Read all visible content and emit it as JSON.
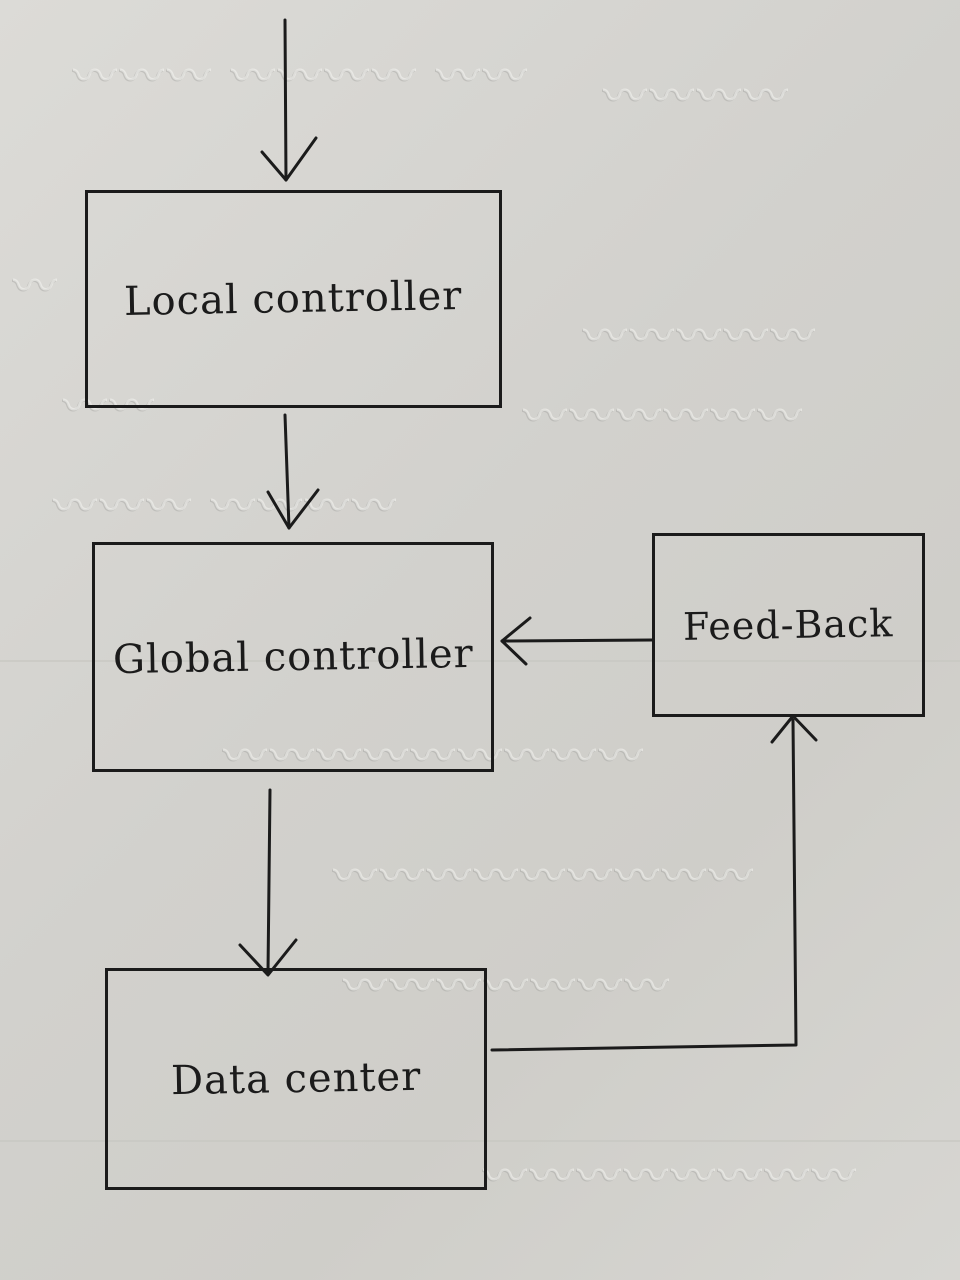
{
  "diagram": {
    "boxes": {
      "local_controller": "Local controller",
      "global_controller": "Global controller",
      "feedback": "Feed-Back",
      "data_center": "Data center"
    },
    "edges": [
      {
        "from": "input",
        "to": "local_controller"
      },
      {
        "from": "local_controller",
        "to": "global_controller"
      },
      {
        "from": "global_controller",
        "to": "data_center"
      },
      {
        "from": "data_center",
        "to": "feedback"
      },
      {
        "from": "feedback",
        "to": "global_controller"
      }
    ],
    "ink_color": "#1b1b1b",
    "paper_color": "#d6d5d1"
  }
}
